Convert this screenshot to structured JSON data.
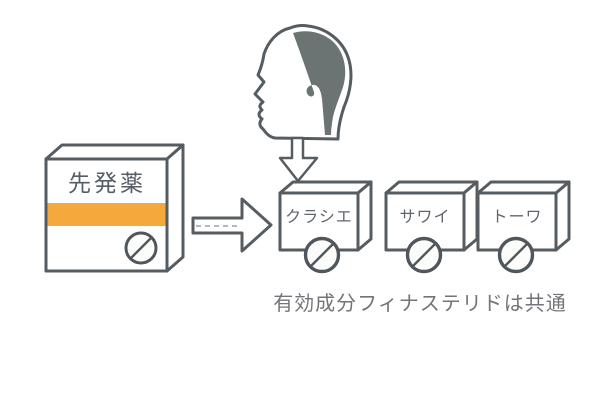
{
  "diagram": {
    "colors": {
      "outline": "#565d62",
      "hair_fill": "#6b7473",
      "accent_orange": "#f5a93d",
      "pill_fill": "#fcfcfa",
      "label_text": "#60666c",
      "caption_text": "#717579"
    },
    "icons": {
      "head": "head-profile-icon",
      "down_arrow": "down-arrow-icon",
      "right_arrow": "right-arrow-icon",
      "tablet": "tablet-pill-icon"
    },
    "brand_box": {
      "label": "先発薬"
    },
    "generic_boxes": [
      {
        "label": "クラシエ"
      },
      {
        "label": "サワイ"
      },
      {
        "label": "トーワ"
      }
    ],
    "caption": "有効成分フィナステリドは共通"
  }
}
